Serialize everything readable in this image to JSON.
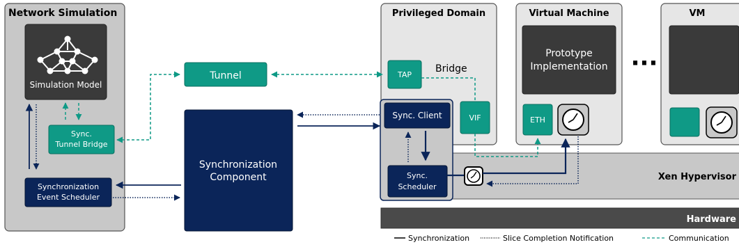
{
  "colors": {
    "navy": "#0b2559",
    "teal": "#0f9a86",
    "panel_gray": "#c8c8c8",
    "panel_light": "#e6e6e6",
    "dark_box": "#3a3a3a",
    "hardware_dark": "#4a4a4a"
  },
  "network_simulation": {
    "title": "Network Simulation",
    "simulation_model": "Simulation Model",
    "tunnel_bridge": [
      "Sync.",
      "Tunnel Bridge"
    ],
    "event_scheduler": [
      "Synchronization",
      "Event Scheduler"
    ]
  },
  "tunnel": "Tunnel",
  "sync_component": [
    "Synchronization",
    "Component"
  ],
  "privileged_domain": {
    "title": "Privileged Domain",
    "tap": "TAP",
    "bridge": "Bridge",
    "vif": "VIF",
    "sync_client": "Sync. Client",
    "sync_scheduler": [
      "Sync.",
      "Scheduler"
    ]
  },
  "virtual_machine": {
    "title": "Virtual Machine",
    "prototype": [
      "Prototype",
      "Implementation"
    ],
    "eth": "ETH"
  },
  "ellipsis": "···",
  "vm": {
    "title": "VM"
  },
  "xen_hypervisor": "Xen Hypervisor",
  "hardware": "Hardware",
  "legend": {
    "synchronization": "Synchronization",
    "slice_completion": "Slice Completion Notification",
    "communication": "Communication"
  },
  "icons": [
    "network-graph-icon",
    "clock-icon",
    "arrow-icon"
  ]
}
